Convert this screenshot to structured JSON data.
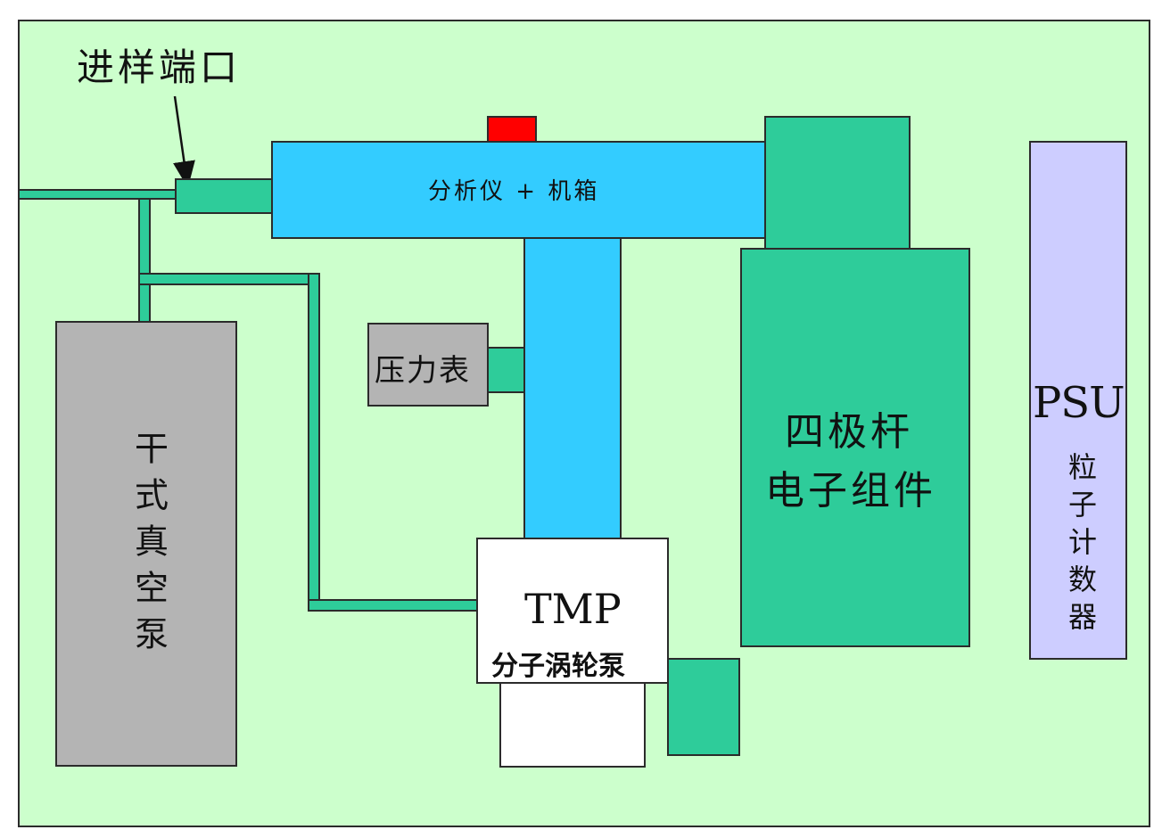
{
  "colors": {
    "background": "#ccffcc",
    "component_teal": "#2ecc9a",
    "analyzer_blue": "#33ccff",
    "pump_gray": "#b4b4b4",
    "psu_lavender": "#cdcdff",
    "indicator_red": "#ff0000"
  },
  "labels": {
    "inlet_port": "进样端口",
    "analyzer_chassis": "分析仪 + 机箱",
    "pressure_gauge": "压力表",
    "dry_pump": "干式真空泵",
    "quadrupole_line1": "四极杆",
    "quadrupole_line2": "电子组件",
    "tmp_title": "TMP",
    "tmp_subtitle": "分子涡轮泵",
    "psu_title": "PSU",
    "particle_counter": "粒子计数器"
  }
}
